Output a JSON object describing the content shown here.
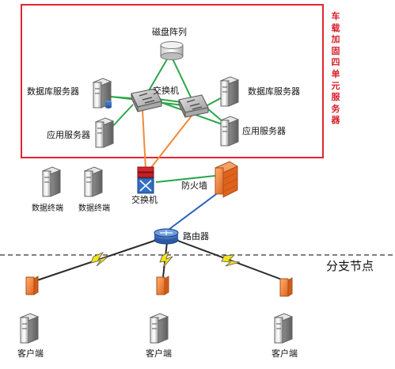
{
  "cluster": {
    "disk_array": "磁盘阵列",
    "db_server_left": "数据库服务器",
    "db_server_right": "数据库服务器",
    "switch": "交换机",
    "app_server_left": "应用服务器",
    "app_server_right": "应用服务器",
    "side_title": "车载加固四单元服务器"
  },
  "network": {
    "core_switch": "交换机",
    "firewall": "防火墙",
    "router": "路由器",
    "data_terminal_1": "数据终端",
    "data_terminal_2": "数据终端"
  },
  "branch": {
    "label": "分支节点",
    "clients": [
      "客户端",
      "客户端",
      "客户端"
    ]
  },
  "colors": {
    "box_border": "#e02630",
    "side_text": "#d81e2a",
    "green_link": "#2aa64a",
    "orange_link": "#f08a3a",
    "blue_link": "#2e5fb8",
    "wan_link": "#2a2a2a",
    "lightning": "#f2e21a"
  }
}
